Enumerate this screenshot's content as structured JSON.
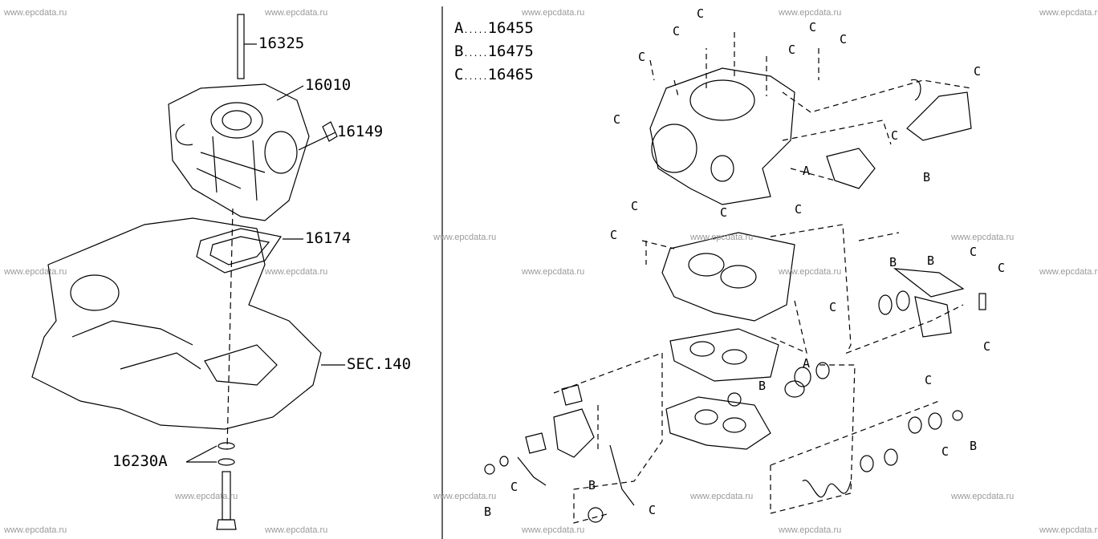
{
  "watermark": "www.epcdata.ru",
  "legend": [
    {
      "letter": "A",
      "dots": ".....",
      "part": "16455"
    },
    {
      "letter": "B",
      "dots": ".....",
      "part": "16475"
    },
    {
      "letter": "C",
      "dots": ".....",
      "part": "16465"
    }
  ],
  "left_labels": {
    "stud": "16325",
    "carburetor": "16010",
    "fitting": "16149",
    "insulator": "16174",
    "section_ref": "SEC.140",
    "washer": "16230A"
  },
  "callouts": [
    "C",
    "C",
    "C",
    "C",
    "C",
    "C",
    "C",
    "C",
    "A",
    "C",
    "B",
    "C",
    "C",
    "C",
    "C",
    "B",
    "B",
    "C",
    "C",
    "C",
    "C",
    "C",
    "A",
    "B",
    "B",
    "C",
    "B",
    "C",
    "B",
    "C"
  ]
}
